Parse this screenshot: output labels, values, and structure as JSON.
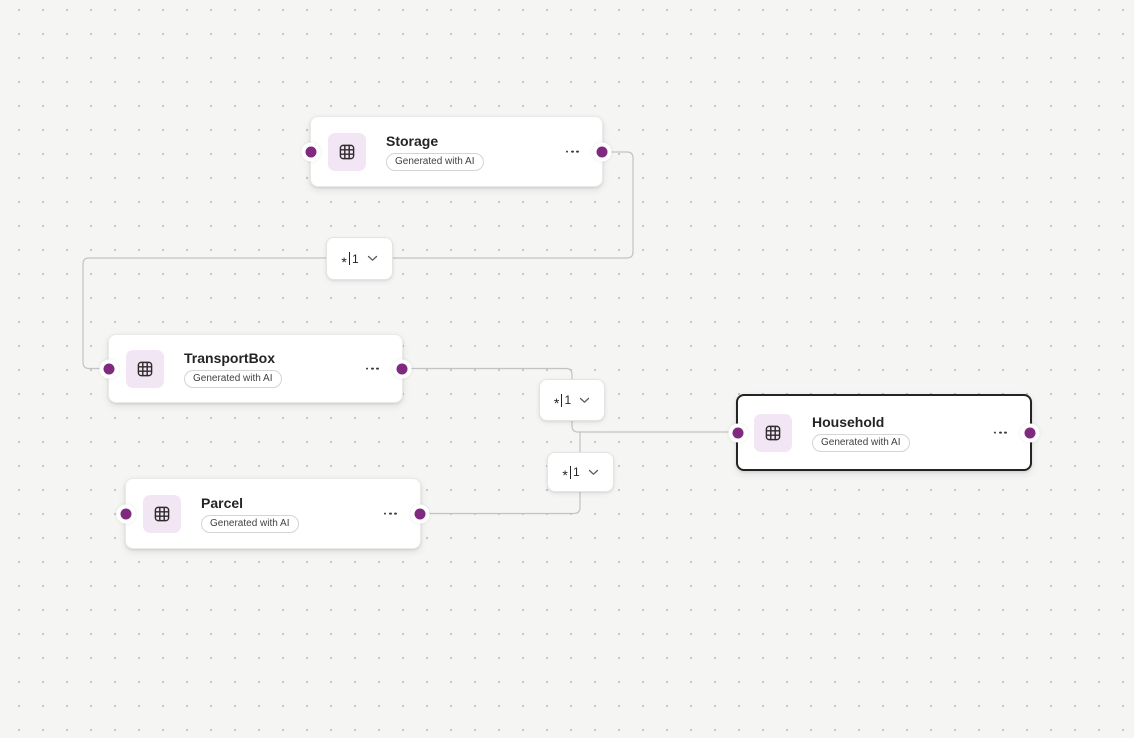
{
  "canvas": {
    "background_color": "#f5f5f4",
    "grid_dot_color": "#c7c7c7",
    "connector_color": "#c5c3c1",
    "port_color": "#7f2a7f",
    "selected_border_color": "#242424",
    "icon_tile_color": "#f3e6f4"
  },
  "nodes": [
    {
      "title": "Storage",
      "badge": "Generated with AI",
      "selected": false
    },
    {
      "title": "TransportBox",
      "badge": "Generated with AI",
      "selected": false
    },
    {
      "title": "Household",
      "badge": "Generated with AI",
      "selected": true
    },
    {
      "title": "Parcel",
      "badge": "Generated with AI",
      "selected": false
    }
  ],
  "relationships": [
    {
      "cardinality": "*|1",
      "many_symbol": "*",
      "one_symbol": "1"
    },
    {
      "cardinality": "*|1",
      "many_symbol": "*",
      "one_symbol": "1"
    },
    {
      "cardinality": "*|1",
      "many_symbol": "*",
      "one_symbol": "1"
    }
  ],
  "icons": {
    "table": "table-grid-icon",
    "more": "more-horizontal-icon",
    "chevron": "chevron-down-icon"
  }
}
